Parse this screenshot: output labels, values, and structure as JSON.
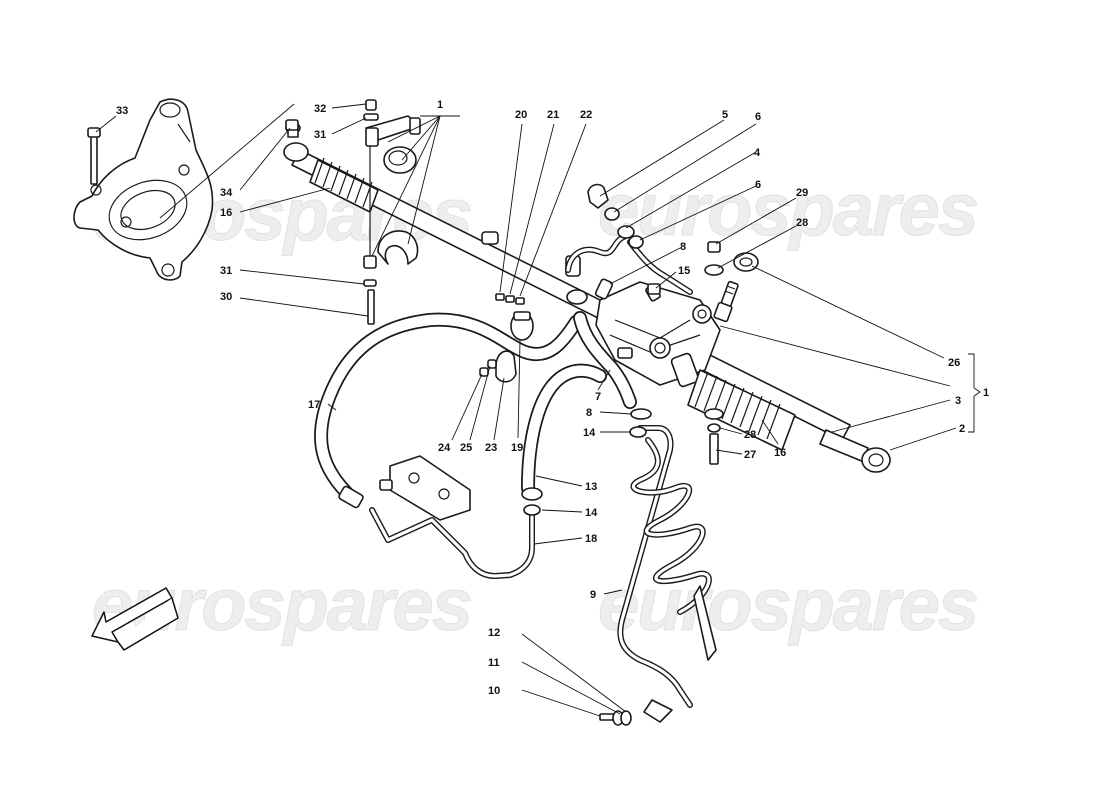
{
  "watermark": "eurospares",
  "callouts": [
    {
      "id": "c1a",
      "text": "1"
    },
    {
      "id": "c1b",
      "text": "1"
    },
    {
      "id": "c2",
      "text": "2"
    },
    {
      "id": "c3",
      "text": "3"
    },
    {
      "id": "c4",
      "text": "4"
    },
    {
      "id": "c5",
      "text": "5"
    },
    {
      "id": "c6a",
      "text": "6"
    },
    {
      "id": "c6b",
      "text": "6"
    },
    {
      "id": "c7",
      "text": "7"
    },
    {
      "id": "c8a",
      "text": "8"
    },
    {
      "id": "c8b",
      "text": "8"
    },
    {
      "id": "c9",
      "text": "9"
    },
    {
      "id": "c10",
      "text": "10"
    },
    {
      "id": "c11",
      "text": "11"
    },
    {
      "id": "c12",
      "text": "12"
    },
    {
      "id": "c13",
      "text": "13"
    },
    {
      "id": "c14a",
      "text": "14"
    },
    {
      "id": "c14b",
      "text": "14"
    },
    {
      "id": "c15",
      "text": "15"
    },
    {
      "id": "c16a",
      "text": "16"
    },
    {
      "id": "c16b",
      "text": "16"
    },
    {
      "id": "c17",
      "text": "17"
    },
    {
      "id": "c18",
      "text": "18"
    },
    {
      "id": "c19",
      "text": "19"
    },
    {
      "id": "c20",
      "text": "20"
    },
    {
      "id": "c21",
      "text": "21"
    },
    {
      "id": "c22",
      "text": "22"
    },
    {
      "id": "c23",
      "text": "23"
    },
    {
      "id": "c24",
      "text": "24"
    },
    {
      "id": "c25",
      "text": "25"
    },
    {
      "id": "c26",
      "text": "26"
    },
    {
      "id": "c27",
      "text": "27"
    },
    {
      "id": "c28a",
      "text": "28"
    },
    {
      "id": "c28b",
      "text": "28"
    },
    {
      "id": "c29",
      "text": "29"
    },
    {
      "id": "c30",
      "text": "30"
    },
    {
      "id": "c31a",
      "text": "31"
    },
    {
      "id": "c31b",
      "text": "31"
    },
    {
      "id": "c32",
      "text": "32"
    },
    {
      "id": "c33",
      "text": "33"
    },
    {
      "id": "c34",
      "text": "34"
    }
  ]
}
